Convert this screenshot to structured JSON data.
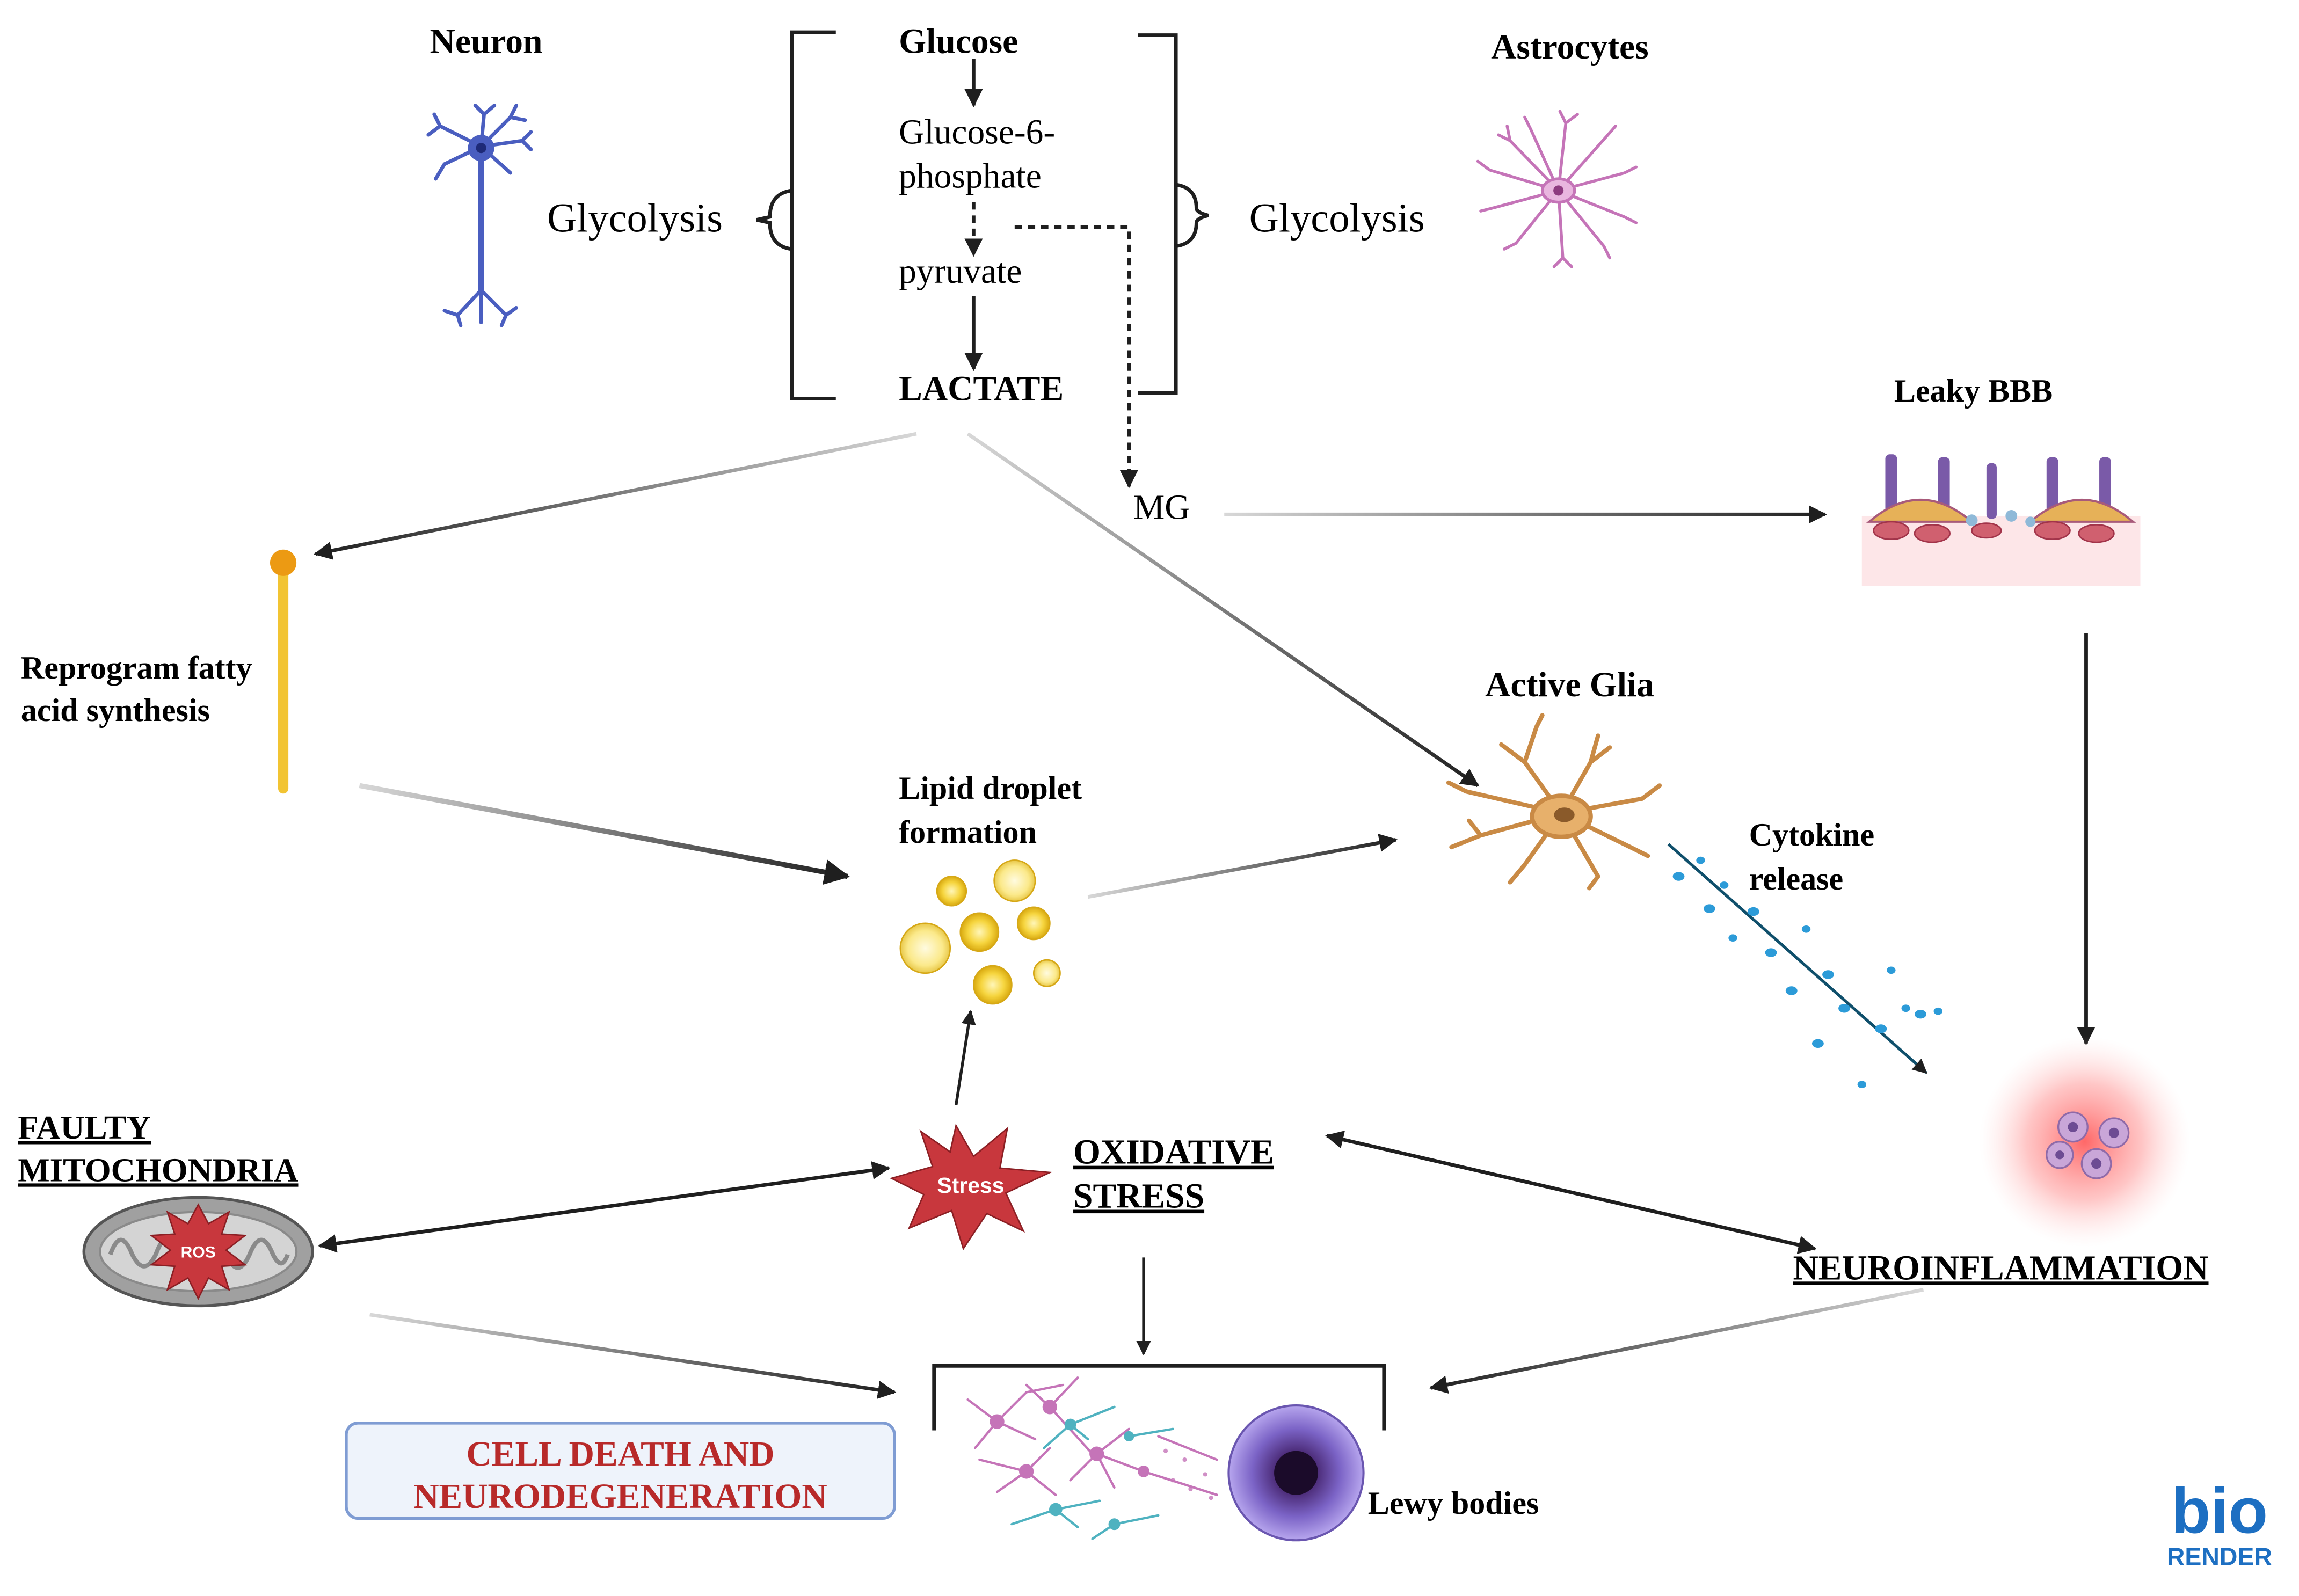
{
  "labels": {
    "neuron": "Neuron",
    "astrocytes": "Astrocytes",
    "glycolysis_left": "Glycolysis",
    "glycolysis_right": "Glycolysis",
    "glucose": "Glucose",
    "g6p_line1": "Glucose-6-",
    "g6p_line2": "phosphate",
    "pyruvate": "pyruvate",
    "lactate": "LACTATE",
    "mg": "MG",
    "leaky_bbb": "Leaky BBB",
    "reprogram_line1": "Reprogram fatty",
    "reprogram_line2": "acid synthesis",
    "lipid_line1": "Lipid droplet",
    "lipid_line2": "formation",
    "active_glia": "Active Glia",
    "cytokine_line1": "Cytokine",
    "cytokine_line2": "release",
    "faulty_line1": "FAULTY",
    "faulty_line2": "MITOCHONDRIA",
    "ros": "ROS",
    "stress": "Stress",
    "oxidative_line1": "OXIDATIVE",
    "oxidative_line2": "STRESS",
    "neuroinflammation": "NEUROINFLAMMATION",
    "cell_death_line1": "CELL DEATH AND",
    "cell_death_line2": "NEURODEGENERATION",
    "lewy_bodies": "Lewy bodies",
    "logo_line1": "bio",
    "logo_line2": "RENDER"
  },
  "colors": {
    "arrow": "#1f1f1f",
    "neuron": "#4a5ec0",
    "astrocyte": "#c574b8",
    "glia": "#d49a55",
    "lipid": "#f2cf3a",
    "stress": "#c8373d",
    "cell_death_text": "#b82a2a",
    "cell_death_box_border": "#7f9cd3",
    "cell_death_box_fill": "#eef3fb",
    "cytokine": "#2c9bd8",
    "inflammation": "#ff5a5a",
    "logo": "#1d6fc2"
  },
  "icons": [
    "neuron-icon",
    "astrocyte-icon",
    "leaky-bbb-icon",
    "fatty-acid-icon",
    "lipid-droplets-icon",
    "active-glia-icon",
    "cytokine-dots-icon",
    "inflammation-cells-icon",
    "mitochondria-icon",
    "stress-burst-icon",
    "neuron-network-icon",
    "lewy-body-icon",
    "biorender-logo"
  ]
}
